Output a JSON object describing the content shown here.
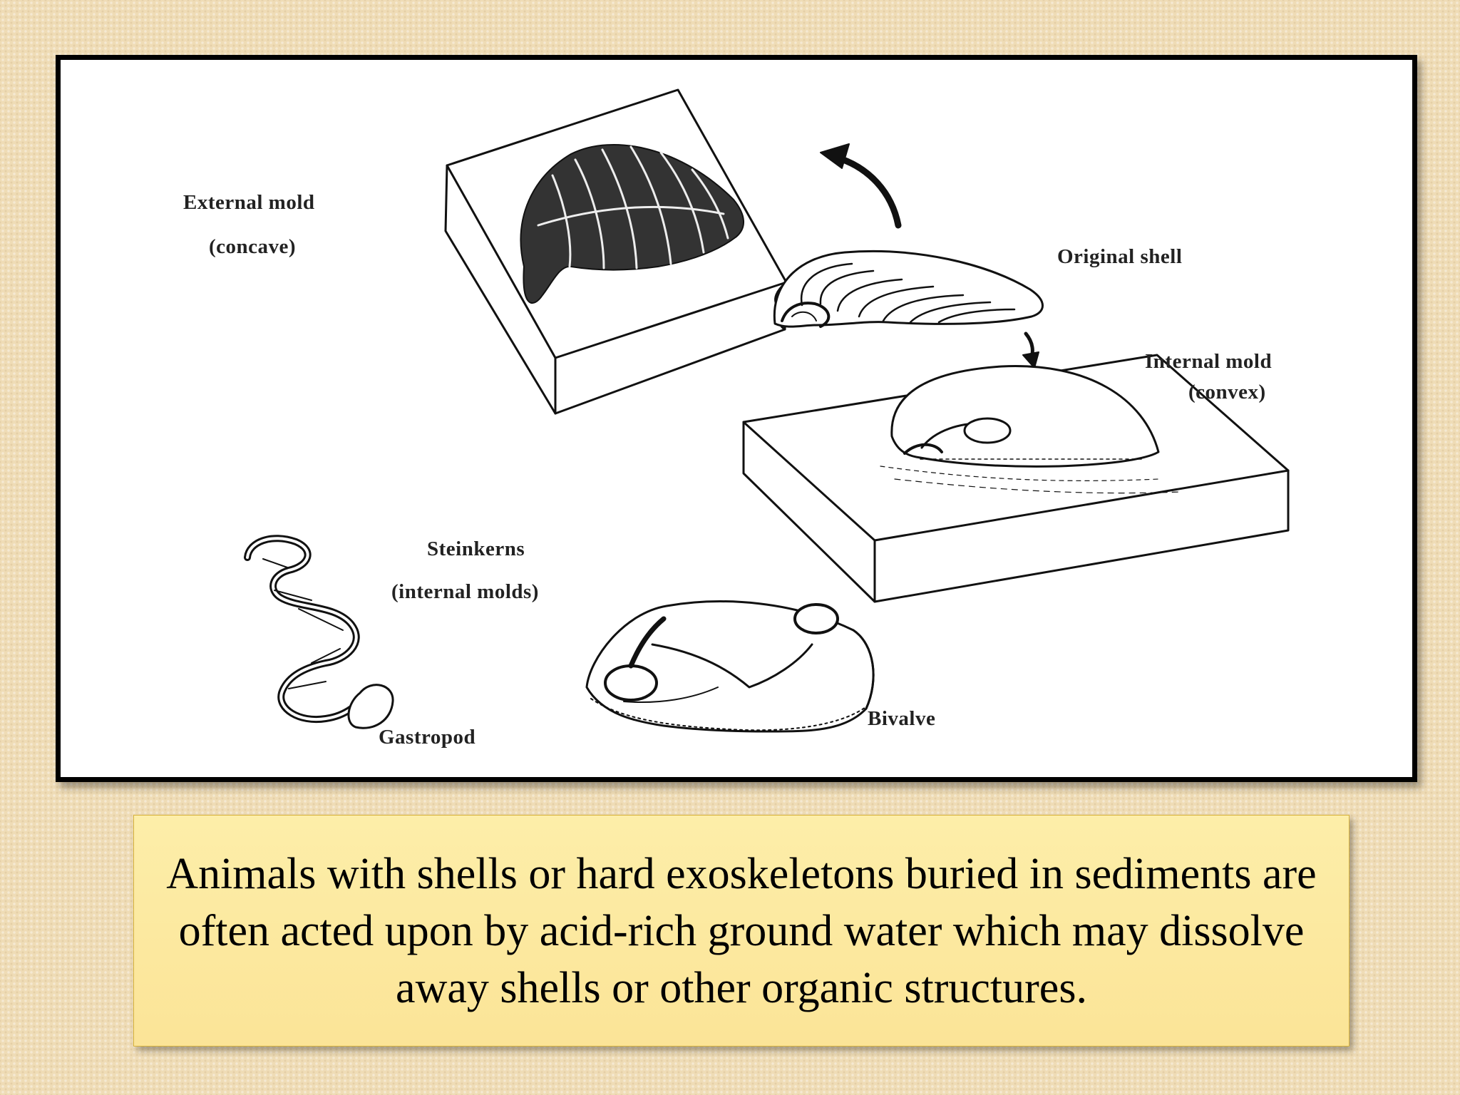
{
  "figure": {
    "labels": {
      "external_mold": "External mold",
      "external_mold_note": "(concave)",
      "original_shell": "Original shell",
      "internal_mold": "Internal mold",
      "internal_mold_note": "(convex)",
      "steinkerns": "Steinkerns",
      "steinkerns_note": "(internal molds)",
      "gastropod": "Gastropod",
      "bivalve": "Bivalve"
    }
  },
  "caption": {
    "text": "Animals with shells or hard exoskeletons buried in sediments are often acted upon by acid-rich ground water which may dissolve away shells or other organic structures."
  },
  "colors": {
    "background": "#efdcb6",
    "caption_fill": "#fce9a0",
    "caption_border": "#d7b23b",
    "line": "#111111"
  }
}
